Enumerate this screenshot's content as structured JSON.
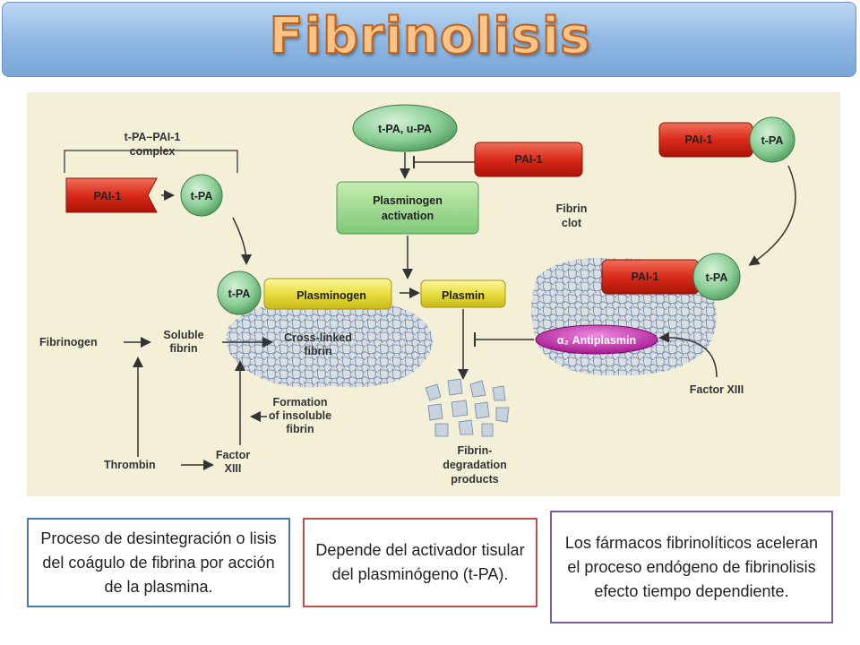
{
  "slide": {
    "title": "Fibrinolisis"
  },
  "diagram": {
    "tpa_pai1_complex": "t-PA–PAI-1",
    "complex": "complex",
    "pai1": "PAI-1",
    "tpa": "t-PA",
    "tpa_upa": "t-PA, u-PA",
    "plasminogen_activation_1": "Plasminogen",
    "plasminogen_activation_2": "activation",
    "plasminogen": "Plasminogen",
    "plasmin": "Plasmin",
    "fibrin_clot_1": "Fibrin",
    "fibrin_clot_2": "clot",
    "fibrinogen": "Fibrinogen",
    "soluble_fibrin_1": "Soluble",
    "soluble_fibrin_2": "fibrin",
    "cross_linked_1": "Cross-linked",
    "cross_linked_2": "fibrin",
    "antiplasmin": "α₂ Antiplasmin",
    "factor_xiii_right": "Factor XIII",
    "formation_1": "Formation",
    "formation_2": "of insoluble",
    "formation_3": "fibrin",
    "thrombin": "Thrombin",
    "factor_xiii_1": "Factor",
    "factor_xiii_2": "XIII",
    "fdp_1": "Fibrin-",
    "fdp_2": "degradation",
    "fdp_3": "products"
  },
  "notes": {
    "definition": "Proceso de desintegración o lisis del coágulo de fibrina por acción de la plasmina.",
    "dependency": "Depende del activador tisular del plasminógeno (t-PA).",
    "drugs": "Los fármacos fibrinolíticos aceleran el proceso endógeno de fibrinolisis efecto tiempo dependiente."
  }
}
